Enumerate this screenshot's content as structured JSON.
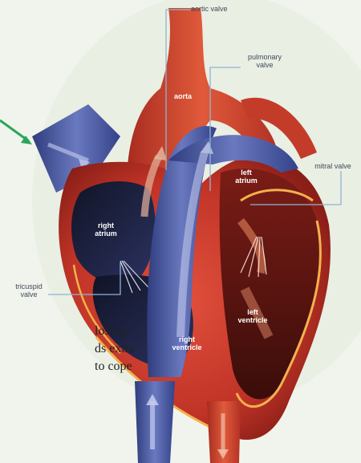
{
  "labels": {
    "aortic_valve": "aortic valve",
    "pulmonary_valve_line1": "pulmonary",
    "pulmonary_valve_line2": "valve",
    "aorta": "aorta",
    "left_atrium_line1": "left",
    "left_atrium_line2": "atrium",
    "mitral_valve": "mitral valve",
    "right_atrium_line1": "right",
    "right_atrium_line2": "atrium",
    "tricuspid_valve_line1": "tricuspid",
    "tricuspid_valve_line2": "valve",
    "left_ventricle_line1": "left",
    "left_ventricle_line2": "ventricle",
    "right_ventricle_line1": "right",
    "right_ventricle_line2": "ventricle"
  },
  "caption": {
    "line1": "losing",
    "line2": "ds extra",
    "line3": "to cope"
  },
  "colors": {
    "muscle": "#c23a2c",
    "vessel_blue": "#4a5ba0",
    "chamber_dark": "#1c2140",
    "leader": "#8fb3d6",
    "arrow_green": "#2aa55a"
  }
}
